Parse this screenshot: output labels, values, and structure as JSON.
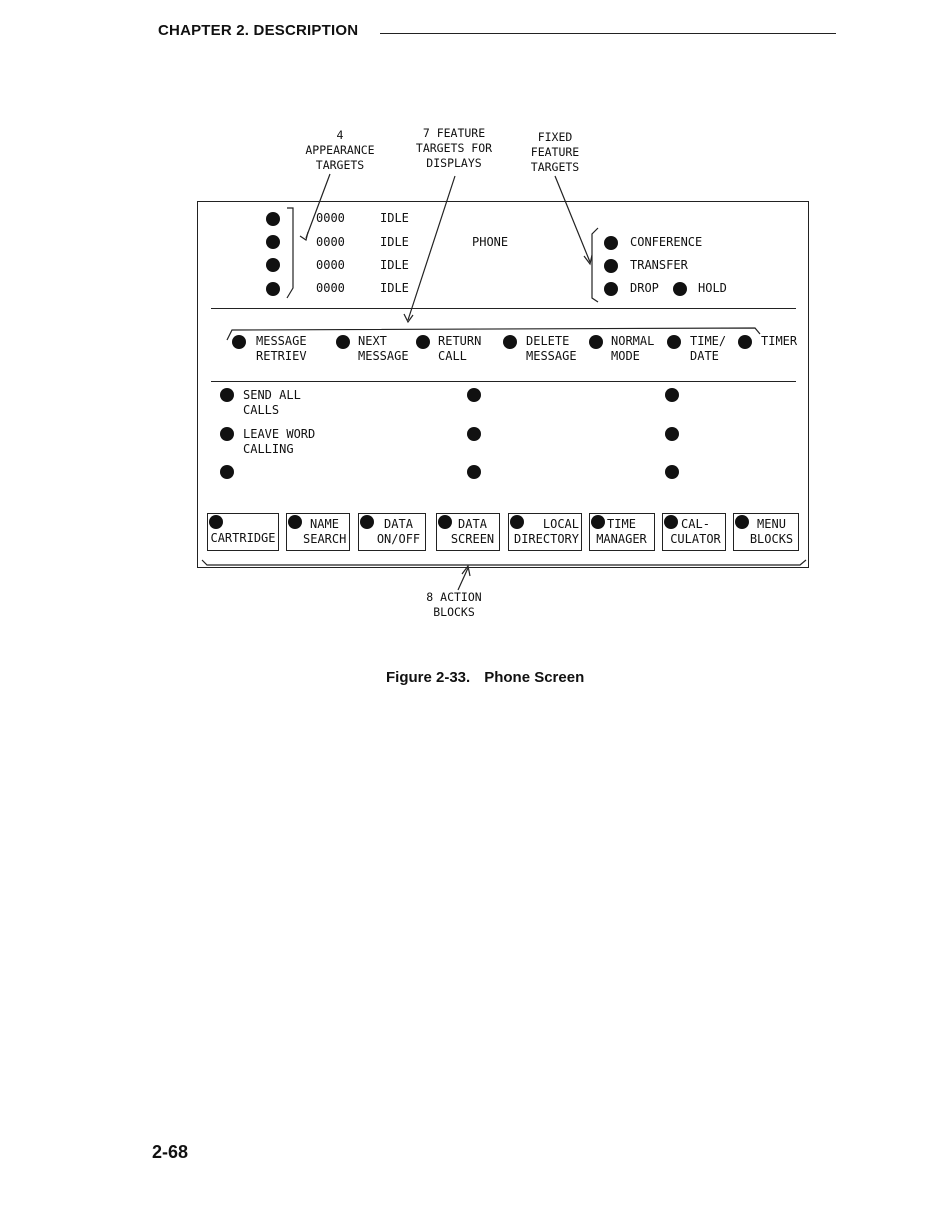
{
  "header": {
    "chapter": "CHAPTER 2. DESCRIPTION"
  },
  "callouts": {
    "appearance": "4\nAPPEARANCE\nTARGETS",
    "feature": "7 FEATURE\nTARGETS FOR\nDISPLAYS",
    "fixed": "FIXED\nFEATURE\nTARGETS",
    "action": "8 ACTION\nBLOCKS"
  },
  "appearances": [
    {
      "number": "0000",
      "status": "IDLE"
    },
    {
      "number": "0000",
      "status": "IDLE"
    },
    {
      "number": "0000",
      "status": "IDLE"
    },
    {
      "number": "0000",
      "status": "IDLE"
    }
  ],
  "screen_title": "PHONE",
  "fixed_features": {
    "conference": "CONFERENCE",
    "transfer": "TRANSFER",
    "drop": "DROP",
    "hold": "HOLD"
  },
  "feature_targets": [
    "MESSAGE\nRETRIEV",
    "NEXT\nMESSAGE",
    "RETURN\nCALL",
    "DELETE\nMESSAGE",
    "NORMAL\nMODE",
    "TIME/\nDATE",
    "TIMER"
  ],
  "features": {
    "send_all": "SEND ALL\nCALLS",
    "leave_word": "LEAVE WORD\nCALLING"
  },
  "action_blocks": [
    "CARTRIDGE",
    "NAME\nSEARCH",
    "DATA\nON/OFF",
    "DATA\nSCREEN",
    "LOCAL\nDIRECTORY",
    "TIME\nMANAGER",
    "CAL-\nCULATOR",
    "MENU\nBLOCKS"
  ],
  "caption": {
    "number": "Figure  2-33.",
    "title": "Phone Screen"
  },
  "page_number": "2-68"
}
